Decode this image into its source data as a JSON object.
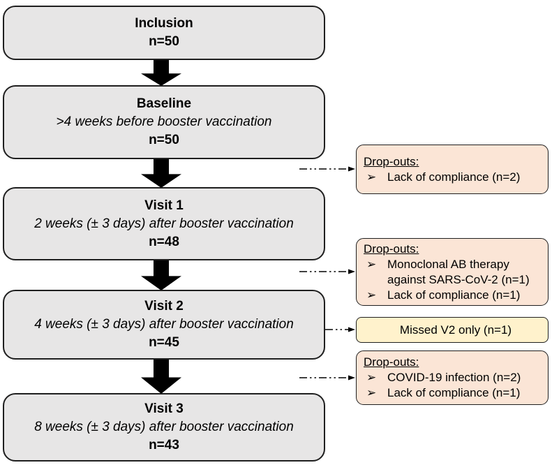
{
  "stages": [
    {
      "title": "Inclusion",
      "n": "n=50"
    },
    {
      "title": "Baseline",
      "subtitle": ">4 weeks before booster vaccination",
      "n": "n=50"
    },
    {
      "title": "Visit 1",
      "subtitle": "2 weeks (± 3 days) after booster vaccination",
      "n": "n=48"
    },
    {
      "title": "Visit 2",
      "subtitle": "4 weeks (± 3 days) after booster vaccination",
      "n": "n=45"
    },
    {
      "title": "Visit 3",
      "subtitle": "8 weeks (± 3 days) after booster vaccination",
      "n": "n=43"
    }
  ],
  "dropouts": [
    {
      "heading": "Drop-outs:",
      "items": [
        "Lack of compliance (n=2)"
      ]
    },
    {
      "heading": "Drop-outs:",
      "items": [
        "Monoclonal AB therapy against SARS-CoV-2 (n=1)",
        "Lack of compliance (n=1)"
      ]
    },
    {
      "heading": "Drop-outs:",
      "items": [
        "COVID-19 infection (n=2)",
        "Lack of compliance (n=1)"
      ]
    }
  ],
  "note": {
    "text": "Missed V2 only (n=1)"
  },
  "bullet": "➢",
  "colors": {
    "stage_fill": "#e7e6e6",
    "dropout_fill": "#fbe5d6",
    "note_fill": "#fff2cc",
    "border": "#1f1f1f",
    "arrow": "#000000"
  }
}
